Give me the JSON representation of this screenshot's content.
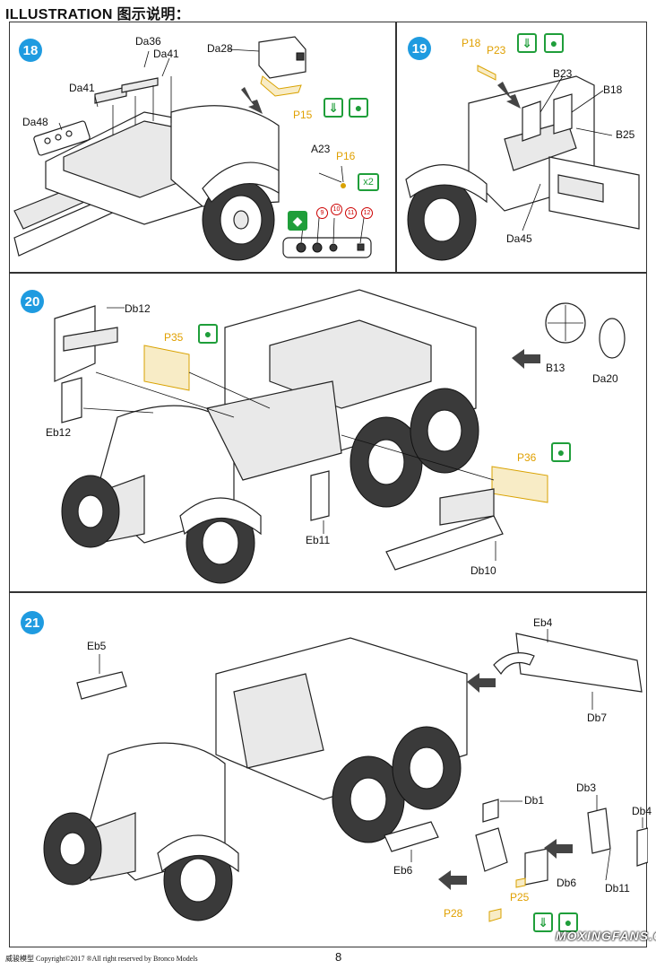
{
  "header": {
    "title": "ILLUSTRATION 图示说明："
  },
  "steps": [
    {
      "number": "18",
      "labels": {
        "da28": "Da28",
        "da36": "Da36",
        "da41a": "Da41",
        "da41b": "Da41",
        "da48": "Da48",
        "p15": "P15",
        "a23": "A23",
        "p16": "P16",
        "x2": "x2",
        "c9": "9",
        "c10": "10",
        "c11": "11",
        "c12": "12"
      }
    },
    {
      "number": "19",
      "labels": {
        "p18": "P18",
        "p23": "P23",
        "b23": "B23",
        "b18": "B18",
        "b25": "B25",
        "da45": "Da45"
      }
    },
    {
      "number": "20",
      "labels": {
        "db12": "Db12",
        "p35": "P35",
        "eb12": "Eb12",
        "b13": "B13",
        "da20": "Da20",
        "p36": "P36",
        "eb11": "Eb11",
        "db10": "Db10"
      }
    },
    {
      "number": "21",
      "labels": {
        "eb5": "Eb5",
        "eb4": "Eb4",
        "db7": "Db7",
        "db1": "Db1",
        "db3": "Db3",
        "db4": "Db4",
        "db6": "Db6",
        "db11": "Db11",
        "eb6": "Eb6",
        "p25": "P25",
        "p28": "P28"
      }
    }
  ],
  "footer": {
    "copyright": "威骏模型  Copyright©2017  ®All right reserved by Bronco Models",
    "page_number": "8"
  },
  "watermark": "MOXINGFANS.COM",
  "icons": {
    "glue": "glue-drop-icon",
    "down": "down-arrow-icon",
    "cement": "cement-icon"
  },
  "colors": {
    "step_badge": "#1f9be0",
    "photo_etch": "#e0a000",
    "icon_green": "#1f9e3a",
    "paint_red": "#cc0000"
  }
}
